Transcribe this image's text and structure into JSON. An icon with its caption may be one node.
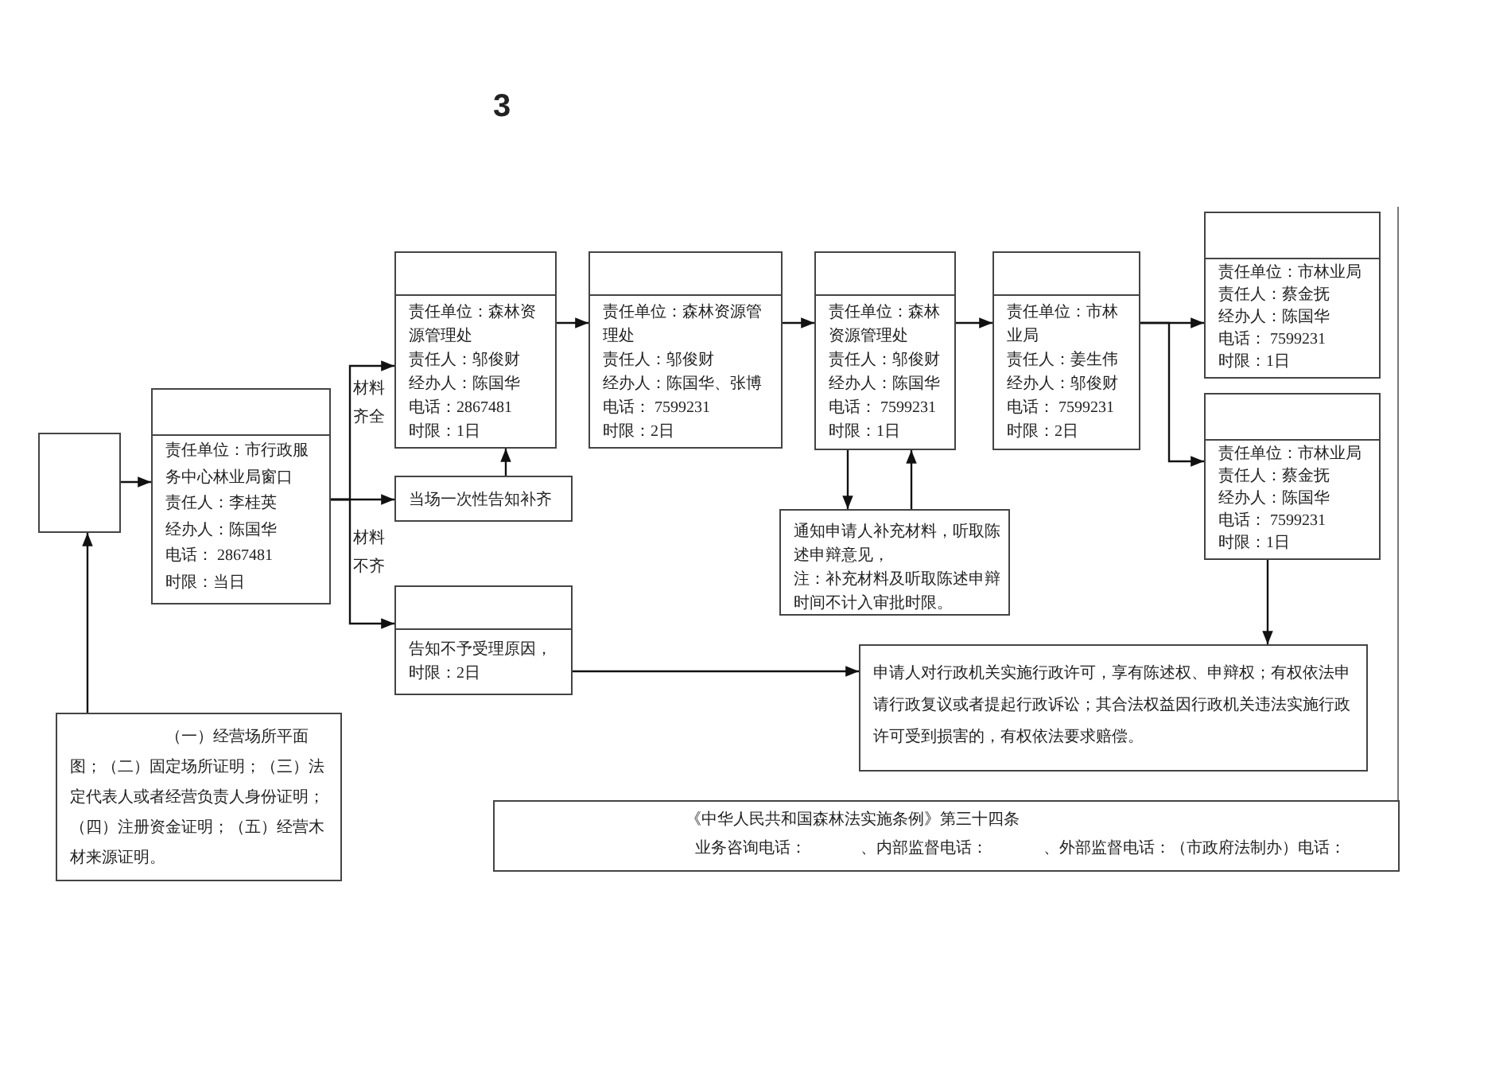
{
  "diagram": {
    "nodes": [
      {
        "text": [],
        "shape": "box"
      },
      {
        "text": [
          "责任单位：市行政服务中心林业局窗口",
          "责任人：李桂英",
          "经办人：陈国华",
          "电话： 2867481",
          "时限：当日"
        ]
      },
      {
        "text": [
          "责任单位：森林资源管理处",
          "责任人：邬俊财",
          "经办人：陈国华",
          "电话：2867481",
          "时限：1日"
        ]
      },
      {
        "text": [
          "当场一次性告知补齐"
        ]
      },
      {
        "text": [
          "告知不予受理原因，",
          "时限：2日"
        ]
      },
      {
        "text": [
          "责任单位：森林资源管理处",
          "责任人：邬俊财",
          "经办人：陈国华、张博",
          "电话： 7599231",
          "时限：2日"
        ]
      },
      {
        "text": [
          "责任单位：森林资源管理处",
          "责任人：邬俊财",
          "经办人：陈国华",
          "电话： 7599231",
          "时限：1日"
        ]
      },
      {
        "text": [
          "通知申请人补充材料，听取陈述申辩意见，",
          "注：补充材料及听取陈述申辩时间不计入审批时限。"
        ]
      },
      {
        "text": [
          "责任单位：市林业局",
          "责任人：姜生伟",
          "经办人：邬俊财",
          "电话： 7599231",
          "时限：2日"
        ]
      },
      {
        "text": [
          "责任单位：市林业局",
          "责任人：蔡金抚",
          "经办人：陈国华",
          "电话： 7599231",
          "时限：1日"
        ]
      },
      {
        "text": [
          "责任单位：市林业局",
          "责任人：蔡金抚",
          "经办人：陈国华",
          "电话： 7599231",
          "时限：1日"
        ]
      },
      {
        "text": [
          "申请人对行政机关实施行政许可，享有陈述权、申辩权；有权依法申请行政复议或者提起行政诉讼；其合法权益因行政机关违法实施行政许可受到损害的，有权依法要求赔偿。"
        ]
      },
      {
        "text": [
          "（一）经营场所平面图；（二）固定场所证明；（三）法定代表人或者经营负责人身份证明；（四）注册资金证明；（五）经营木材来源证明。"
        ]
      },
      {
        "text": [
          "《中华人民共和国森林法实施条例》第三十四条",
          "业务咨询电话：",
          "、内部监督电话：",
          "、外部监督电话：（市政府法制办）电话："
        ]
      }
    ],
    "edges": [
      {
        "from": 12,
        "to": 0,
        "arrow": "to"
      },
      {
        "from": 0,
        "to": 1,
        "arrow": "to"
      },
      {
        "from": 1,
        "to": 2,
        "arrow": "to",
        "label": "材料齐全"
      },
      {
        "from": 1,
        "to": 3,
        "arrow": "to"
      },
      {
        "from": 1,
        "to": 4,
        "arrow": "to",
        "label": "材料不齐"
      },
      {
        "from": 3,
        "to": 2,
        "arrow": "to"
      },
      {
        "from": 2,
        "to": 5,
        "arrow": "to"
      },
      {
        "from": 5,
        "to": 6,
        "arrow": "to"
      },
      {
        "from": 6,
        "to": 7,
        "arrow": "to"
      },
      {
        "from": 7,
        "to": 6,
        "arrow": "to"
      },
      {
        "from": 6,
        "to": 8,
        "arrow": "to"
      },
      {
        "from": 8,
        "to": 9,
        "arrow": "to"
      },
      {
        "from": 8,
        "to": 10,
        "arrow": "to"
      },
      {
        "from": 10,
        "to": 11,
        "arrow": "to"
      },
      {
        "from": 4,
        "to": 11,
        "arrow": "to"
      }
    ],
    "labels": [
      "3"
    ]
  }
}
